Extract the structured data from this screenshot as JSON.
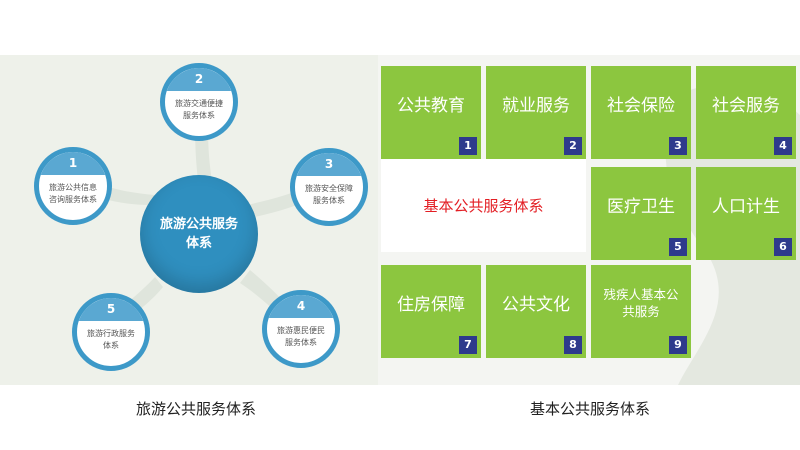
{
  "left": {
    "center": "旅游公共服务体系",
    "nodes": [
      {
        "num": "1",
        "text": "旅游公共信息咨询服务体系"
      },
      {
        "num": "2",
        "text": "旅游交通便捷服务体系"
      },
      {
        "num": "3",
        "text": "旅游安全保障服务体系"
      },
      {
        "num": "4",
        "text": "旅游惠民便民服务体系"
      },
      {
        "num": "5",
        "text": "旅游行政服务体系"
      }
    ],
    "caption": "旅游公共服务体系"
  },
  "right": {
    "center_label": "基本公共服务体系",
    "tiles": [
      {
        "num": "1",
        "label": "公共教育"
      },
      {
        "num": "2",
        "label": "就业服务"
      },
      {
        "num": "3",
        "label": "社会保险"
      },
      {
        "num": "4",
        "label": "社会服务"
      },
      {
        "num": "5",
        "label": "医疗卫生"
      },
      {
        "num": "6",
        "label": "人口计生"
      },
      {
        "num": "7",
        "label": "住房保障"
      },
      {
        "num": "8",
        "label": "公共文化"
      },
      {
        "num": "9",
        "label": "残疾人基本公共服务"
      }
    ],
    "caption": "基本公共服务体系"
  },
  "colors": {
    "tile_green": "#8cc63f",
    "badge_navy": "#2e3a8c",
    "circle_blue": "#2f8fbf",
    "center_text_red": "#e31e24"
  }
}
